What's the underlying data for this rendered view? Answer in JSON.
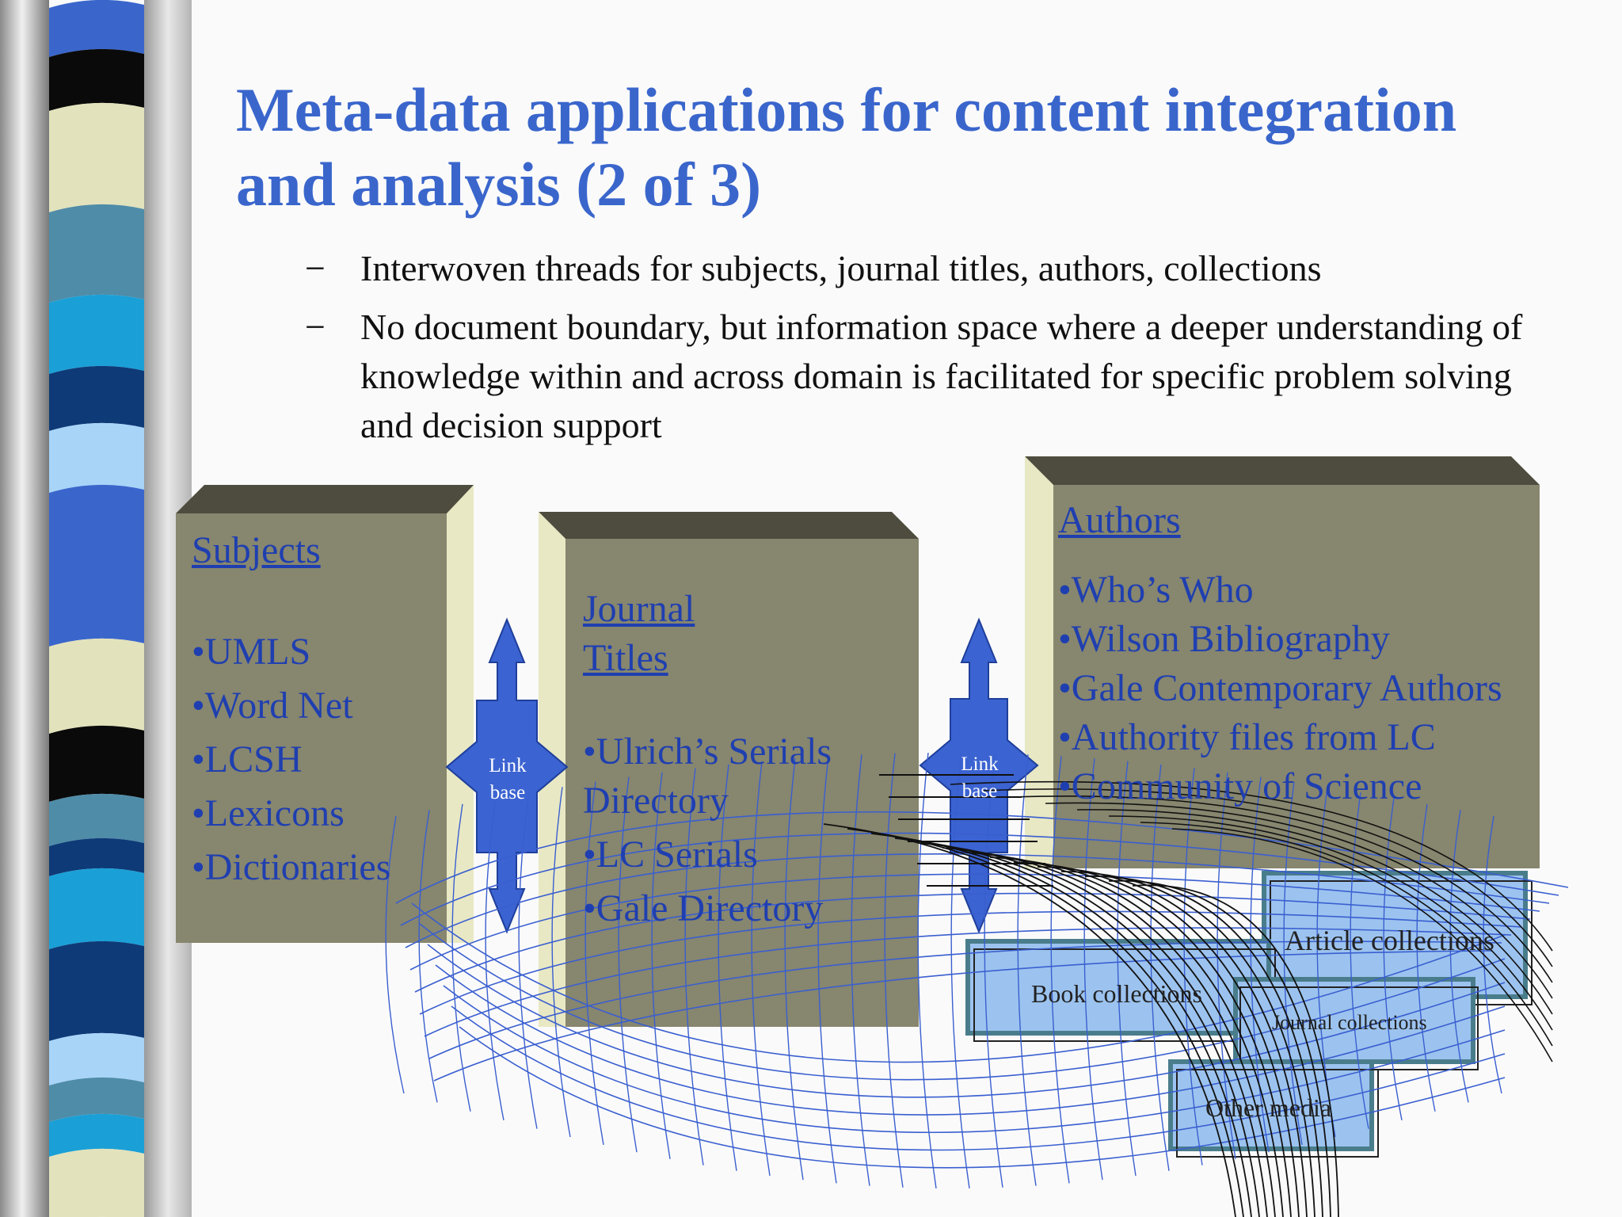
{
  "slide": {
    "title": "Meta-data applications for content integration and analysis (2 of 3)",
    "bullets": [
      "Interwoven threads for subjects, journal titles, authors, collections",
      "No document boundary, but information space where a deeper understanding of knowledge within and across domain is facilitated for specific problem solving and decision support"
    ],
    "dash": "−"
  },
  "diagram": {
    "subjects": {
      "heading": "Subjects",
      "items": [
        "•UMLS",
        "•Word Net",
        "•LCSH",
        "•Lexicons",
        "•Dictionaries"
      ]
    },
    "journal_titles": {
      "heading_line1": "Journal",
      "heading_line2": "Titles",
      "items": [
        "•Ulrich’s Serials",
        "Directory",
        "•LC Serials",
        "•Gale Directory"
      ]
    },
    "authors": {
      "heading": "Authors",
      "items": [
        "•Who’s Who",
        "•Wilson Bibliography",
        "•Gale Contemporary Authors",
        "•Authority files from LC",
        "•Community of Science"
      ]
    },
    "link_base_left": {
      "line1": "Link",
      "line2": "base"
    },
    "link_base_right": {
      "line1": "Link",
      "line2": "base"
    },
    "collections": {
      "article": "Article collections",
      "book": "Book collections",
      "journal": "Journal collections",
      "other": "Other media"
    }
  },
  "colors": {
    "title": "#3a66cc",
    "box_front": "#87866e",
    "box_top": "#4d4c3e",
    "box_side": "#e8e8c4",
    "arrow": "#3b63d1",
    "collection_fill": "#9cc3ef",
    "collection_border": "#4a7d8c",
    "mesh_blue": "#3a5fd0"
  }
}
